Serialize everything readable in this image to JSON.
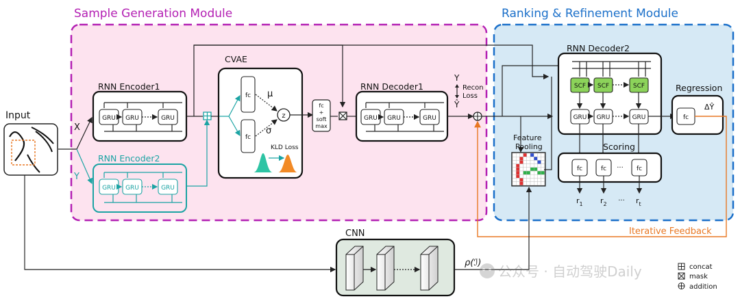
{
  "modules": {
    "sample_generation": "Sample Generation Module",
    "ranking_refinement": "Ranking & Refinement Module"
  },
  "input": {
    "title": "Input",
    "x_label": "X",
    "y_label": "Y"
  },
  "rnn_encoder1": {
    "title": "RNN Encoder1",
    "cell": "GRU"
  },
  "rnn_encoder2": {
    "title": "RNN Encoder2",
    "cell": "GRU"
  },
  "cvae": {
    "title": "CVAE",
    "fc": "fc",
    "mu": "μ",
    "sigma": "σ",
    "z": "z",
    "kld": "KLD Loss"
  },
  "fc_softmax": {
    "line1": "fc",
    "line2": "+",
    "line3": "soft",
    "line4": "max"
  },
  "rnn_decoder1": {
    "title": "RNN Decoder1",
    "cell": "GRU",
    "y_top": "Y",
    "y_hat": "Ŷ",
    "recon": "Recon",
    "loss": "Loss"
  },
  "rnn_decoder2": {
    "title": "RNN Decoder2",
    "cell": "GRU",
    "scf": "SCF"
  },
  "feature_pooling": {
    "line1": "Feature",
    "line2": "Pooling"
  },
  "scoring": {
    "title": "Scoring",
    "fc": "fc",
    "outputs": [
      "r",
      "r",
      "r"
    ],
    "subs": [
      "1",
      "2",
      "t"
    ]
  },
  "regression": {
    "title": "Regression",
    "fc": "fc",
    "output": "ΔŶ"
  },
  "cnn": {
    "title": "CNN",
    "rho": "ρ(ℐ)"
  },
  "iterative_feedback": "Iterative Feedback",
  "legend": {
    "concat": "concat",
    "mask": "mask",
    "addition": "addition"
  },
  "watermark": "公众号 · 自动驾驶Daily",
  "colors": {
    "magenta": "#b31fb3",
    "blue": "#1a6fc9",
    "teal": "#1aa3a3",
    "orange": "#e87722",
    "pink_bg": "#fde3ef",
    "blue_bg": "#d6e9f5",
    "green_scf": "#8cd35a",
    "cnn_bg": "#dfe9e0"
  }
}
